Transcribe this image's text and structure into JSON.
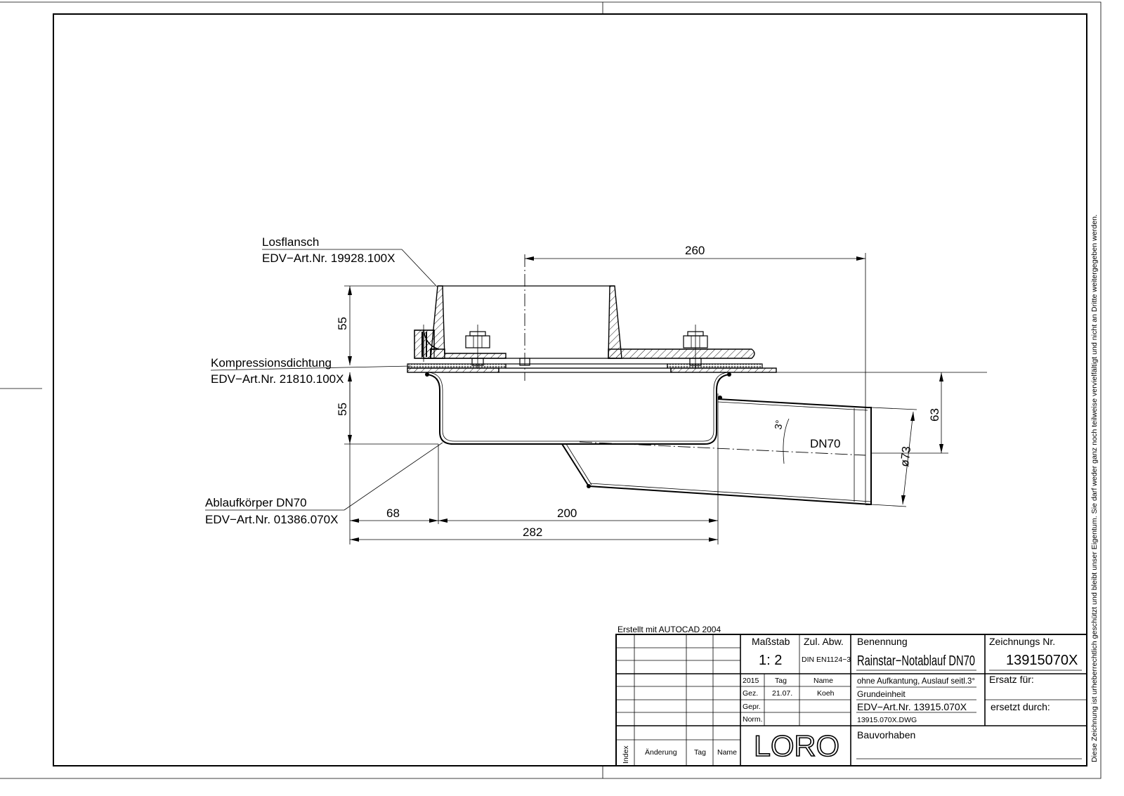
{
  "drawing": {
    "callouts": [
      {
        "name": "Losflansch",
        "article": "EDV−Art.Nr. 19928.100X"
      },
      {
        "name": "Kompressionsdichtung",
        "article": "EDV−Art.Nr. 21810.100X"
      },
      {
        "name": "Ablaufkörper DN70",
        "article": "EDV−Art.Nr. 01386.070X"
      }
    ],
    "dimensions": {
      "width_260": "260",
      "height_upper_55": "55",
      "height_lower_55": "55",
      "height_63": "63",
      "diameter_73": "ø73",
      "dn_label": "DN70",
      "angle": "3°",
      "width_68": "68",
      "width_200": "200",
      "width_282": "282"
    },
    "copyright_note": "Diese Zeichnung ist urheberrechtlich geschützt und bleibt unser Eigentum. Sie darf weder ganz noch teilweise vervielfältigt und nicht an Dritte weitergegeben werden."
  },
  "title_block": {
    "created_with": "Erstellt mit AUTOCAD 2004",
    "scale_label": "Maßstab",
    "scale_value": "1: 2",
    "tolerance_label": "Zul. Abw.",
    "tolerance_value": "DIN EN1124−3",
    "designation_label": "Benennung",
    "designation_value": "Rainstar−Notablauf DN70",
    "drawing_no_label": "Zeichnungs Nr.",
    "drawing_no_value": "13915070X",
    "year": "2015",
    "day_label": "Tag",
    "name_label": "Name",
    "drawn_label": "Gez.",
    "drawn_day": "21.07.",
    "drawn_name": "Koeh",
    "checked_label": "Gepr.",
    "norm_label": "Norm.",
    "description_1": "ohne Aufkantung, Auslauf seitl.3°",
    "description_2": "Grundeinheit",
    "article_no": "EDV−Art.Nr. 13915.070X",
    "file_name": "13915.070X.DWG",
    "replaces_label": "Ersatz für:",
    "replaced_by_label": "ersetzt durch:",
    "project_label": "Bauvorhaben",
    "logo_text": "LORO",
    "revision_index_label": "Index",
    "revision_change_label": "Änderung",
    "revision_day_label": "Tag",
    "revision_name_label": "Name"
  }
}
